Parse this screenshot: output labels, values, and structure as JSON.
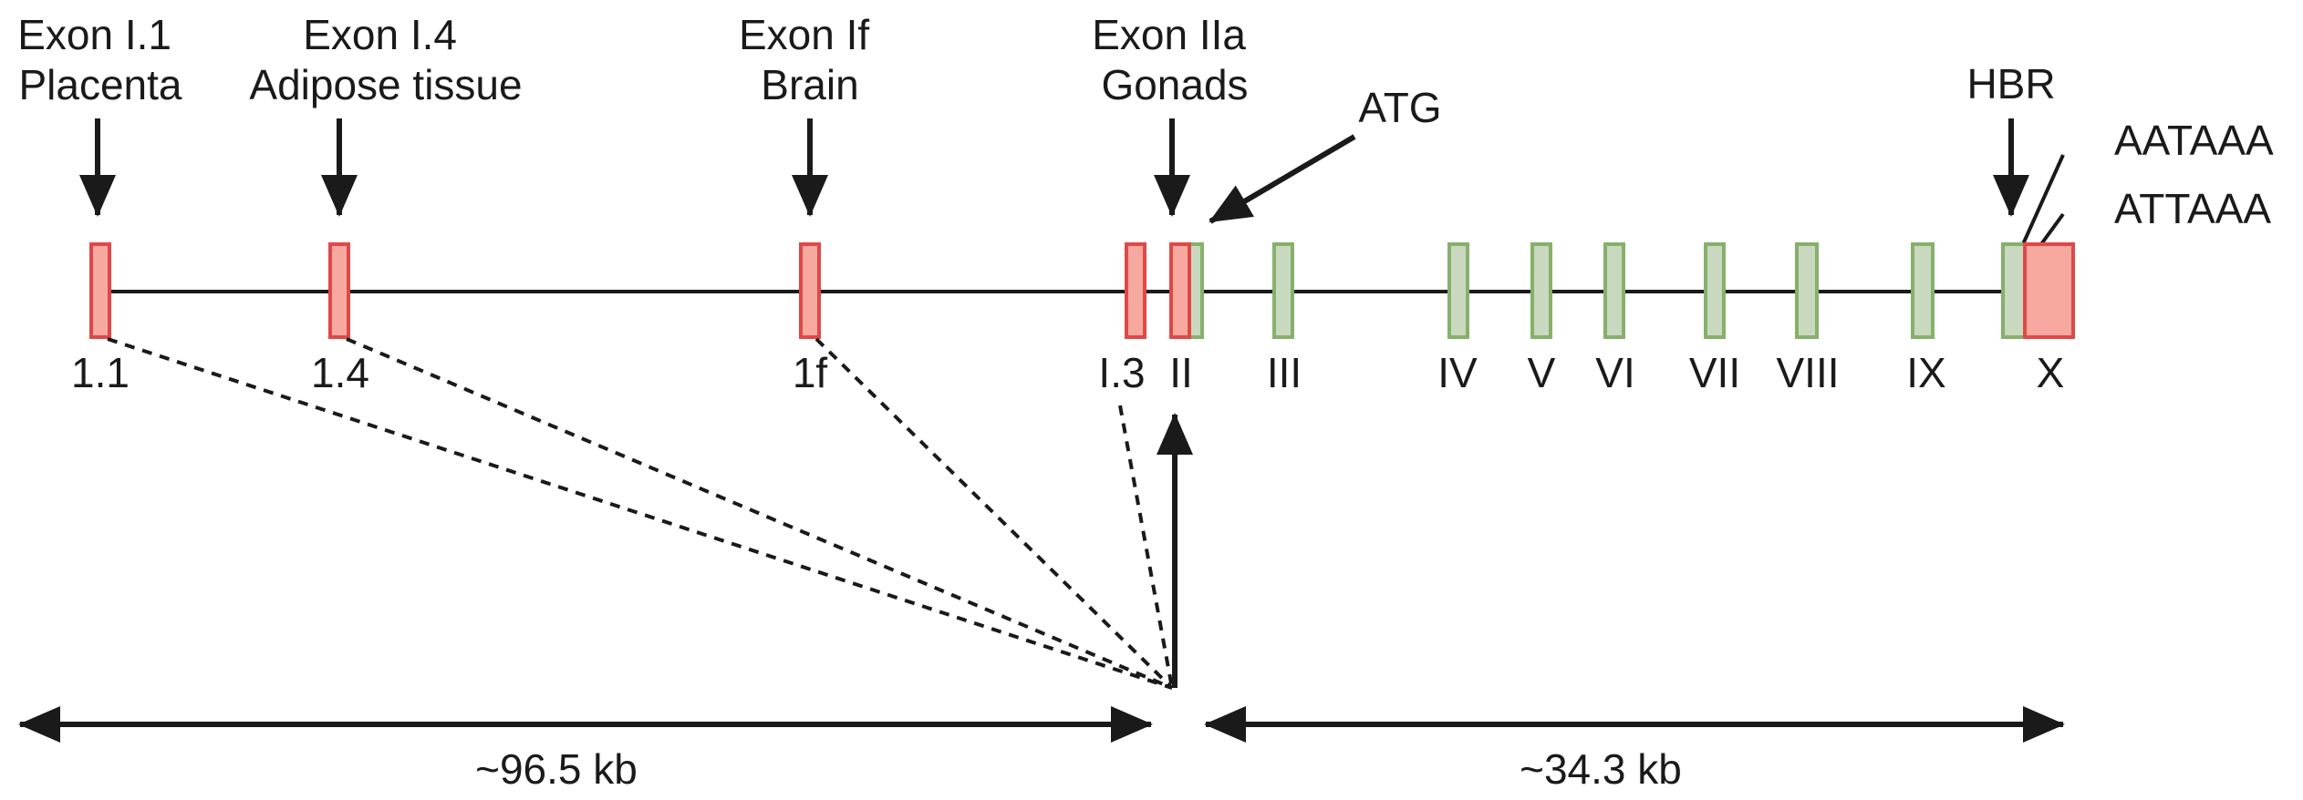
{
  "promoters": [
    {
      "line1": "Exon I.1",
      "line2": "Placenta"
    },
    {
      "line1": "Exon I.4",
      "line2": "Adipose tissue"
    },
    {
      "line1": "Exon If",
      "line2": "Brain"
    },
    {
      "line1": "Exon IIa",
      "line2": "Gonads"
    }
  ],
  "atg_label": "ATG",
  "hbr_label": "HBR",
  "polya_signals": [
    "AATAAA",
    "ATTAAA"
  ],
  "exon_numbers": [
    "1.1",
    "1.4",
    "1f",
    "I.3",
    "II",
    "III",
    "IV",
    "V",
    "VI",
    "VII",
    "VIII",
    "IX",
    "X"
  ],
  "distances": [
    "~96.5 kb",
    "~34.3 kb"
  ],
  "colors": {
    "first_exon_fill": "#f7a9a0",
    "first_exon_stroke": "#e04848",
    "coding_exon_fill": "#c9d9bf",
    "coding_exon_stroke": "#86b06b"
  }
}
